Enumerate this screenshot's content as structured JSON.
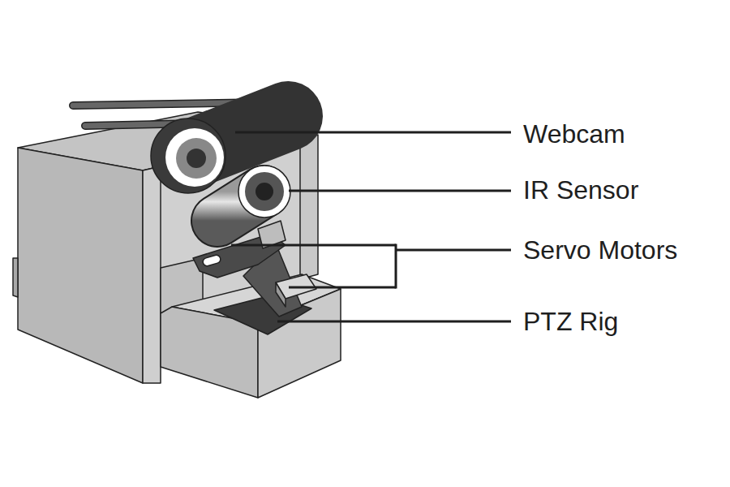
{
  "diagram": {
    "labels": [
      "Webcam",
      "IR Sensor",
      "Servo Motors",
      "PTZ Rig"
    ]
  }
}
